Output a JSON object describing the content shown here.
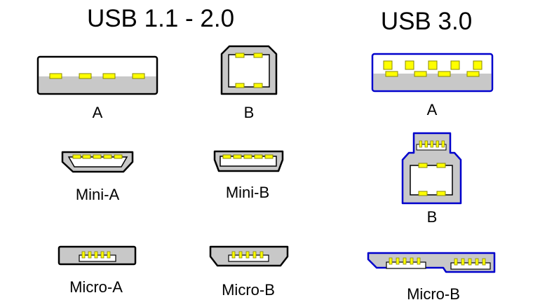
{
  "headings": {
    "usb2": "USB 1.1 - 2.0",
    "usb3": "USB 3.0"
  },
  "labels": {
    "usb2_a": "A",
    "usb2_b": "B",
    "usb2_mini_a": "Mini-A",
    "usb2_mini_b": "Mini-B",
    "usb2_micro_a": "Micro-A",
    "usb2_micro_b": "Micro-B",
    "usb3_a": "A",
    "usb3_b": "B",
    "usb3_micro_b": "Micro-B"
  },
  "colors": {
    "outline_usb2": "#000000",
    "outline_usb3": "#0000cc",
    "body_fill": "#c8c8c8",
    "cavity_fill": "#ffffff",
    "pin_fill": "#ffff00",
    "pin_stroke": "#888800"
  }
}
